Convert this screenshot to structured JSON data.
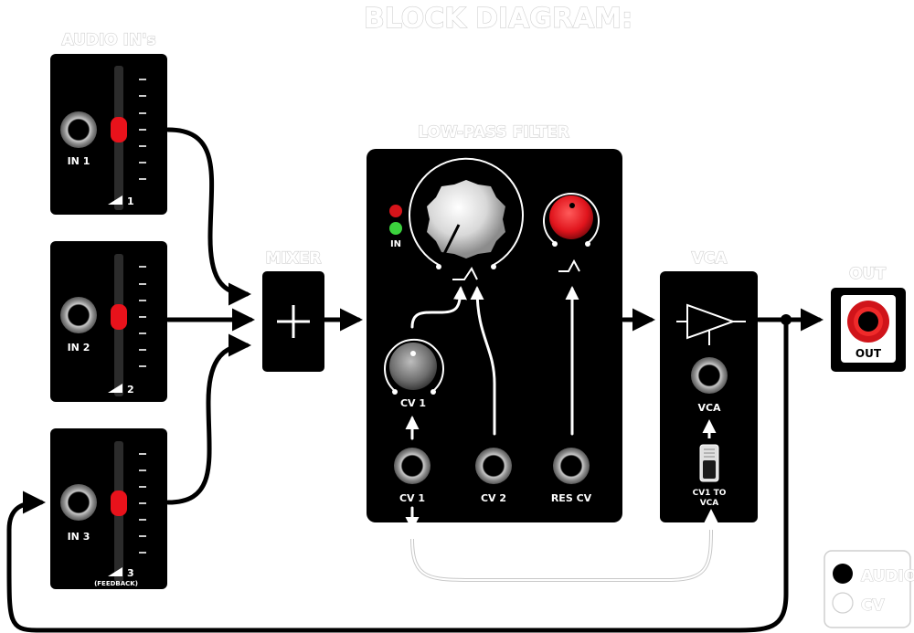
{
  "title": "BLOCK DIAGRAM:",
  "audio_ins": {
    "heading": "AUDIO IN's",
    "channels": [
      {
        "jack_label": "IN 1",
        "slider_label": "1",
        "sub_label": ""
      },
      {
        "jack_label": "IN 2",
        "slider_label": "2",
        "sub_label": ""
      },
      {
        "jack_label": "IN 3",
        "slider_label": "3",
        "sub_label": "(FEEDBACK)"
      }
    ]
  },
  "mixer": {
    "heading": "MIXER",
    "symbol": "+"
  },
  "filter": {
    "heading": "LOW-PASS FILTER",
    "in_label": "IN",
    "cv1_knob_label": "CV 1",
    "jacks": [
      "CV 1",
      "CV 2",
      "RES CV"
    ]
  },
  "vca": {
    "heading": "VCA",
    "jack_label": "VCA",
    "switch_label_1": "CV1 TO",
    "switch_label_2": "VCA"
  },
  "out": {
    "heading": "OUT",
    "jack_label": "OUT"
  },
  "legend": {
    "items": [
      {
        "label": "AUDIO",
        "color": "#000000"
      },
      {
        "label": "CV",
        "color": "#ffffff"
      }
    ]
  },
  "colors": {
    "panel": "#000000",
    "led_red": "#e8121b",
    "led_green": "#3bd23d",
    "slider_knob": "#e8121b"
  }
}
